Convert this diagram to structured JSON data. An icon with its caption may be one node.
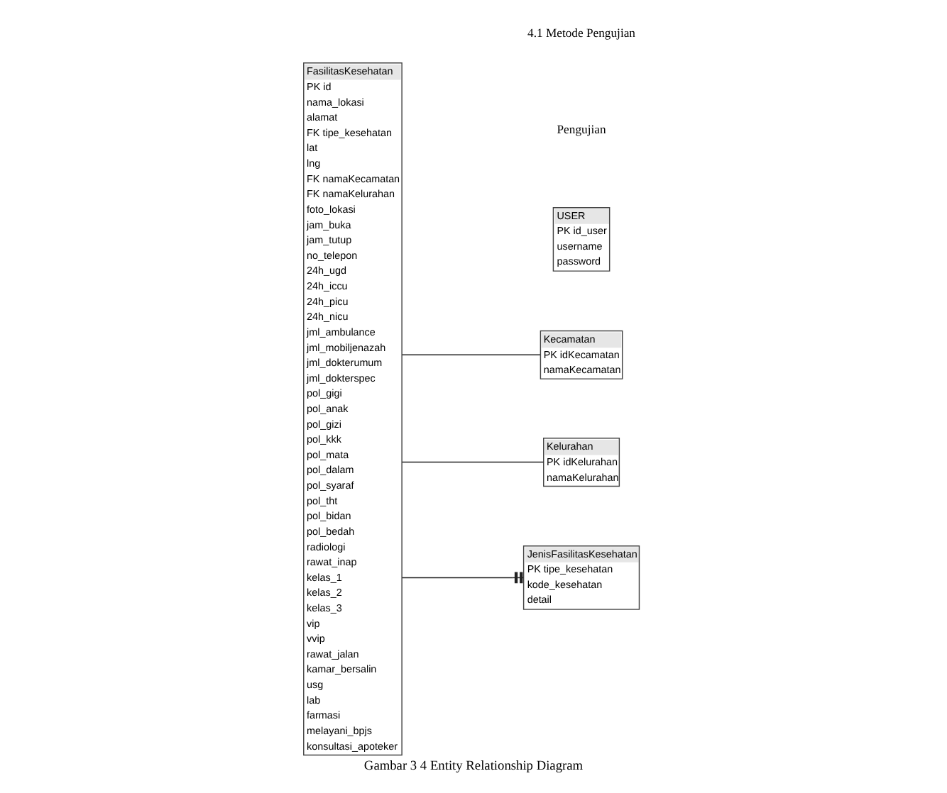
{
  "diagram": {
    "caption": "Gambar 3 4 Entity Relationship Diagram",
    "nodes": [
      {
        "text": [
          "FasilitasKesehatan",
          "PK id",
          "nama_lokasi",
          "alamat",
          "FK tipe_kesehatan",
          "lat",
          "lng",
          "FK namaKecamatan",
          "FK namaKelurahan",
          "foto_lokasi",
          "jam_buka",
          "jam_tutup",
          "no_telepon",
          "24h_ugd",
          "24h_iccu",
          "24h_picu",
          "24h_nicu",
          "jml_ambulance",
          "jml_mobiljenazah",
          "jml_dokterumum",
          "jml_dokterspec",
          "pol_gigi",
          "pol_anak",
          "pol_gizi",
          "pol_kkk",
          "pol_mata",
          "pol_dalam",
          "pol_syaraf",
          "pol_tht",
          "pol_bidan",
          "pol_bedah",
          "radiologi",
          "rawat_inap",
          "kelas_1",
          "kelas_2",
          "kelas_3",
          "vip",
          "vvip",
          "rawat_jalan",
          "kamar_bersalin",
          "usg",
          "lab",
          "farmasi",
          "melayani_bpjs",
          "konsultasi_apoteker"
        ]
      },
      {
        "text": [
          "USER",
          "PK id_user",
          "username",
          "password"
        ]
      },
      {
        "text": [
          "Kecamatan",
          "PK idKecamatan",
          "namaKecamatan"
        ]
      },
      {
        "text": [
          "Kelurahan",
          "PK idKelurahan",
          "namaKelurahan"
        ]
      },
      {
        "text": [
          "JenisFasilitasKesehatan",
          "PK tipe_kesehatan",
          "kode_kesehatan",
          "detail"
        ]
      }
    ],
    "edges": [
      {
        "from": 0,
        "to": 4,
        "arrow": "other"
      },
      {
        "from": 0,
        "to": 2,
        "arrow": "none"
      },
      {
        "from": 0,
        "to": 3,
        "arrow": "none"
      }
    ],
    "labels": [
      "Pengujian",
      "4.1 Metode Pengujian"
    ]
  }
}
